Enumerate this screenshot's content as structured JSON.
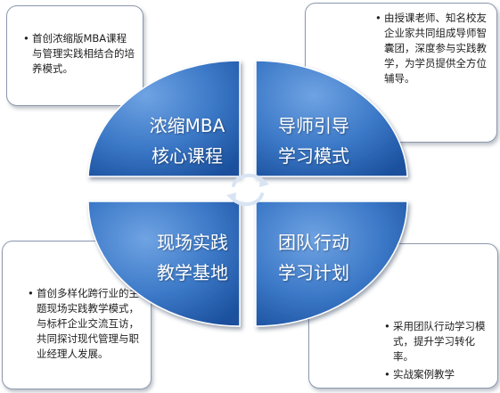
{
  "callouts": {
    "top_left": [
      "首创浓缩版MBA课程与管理实践相结合的培养模式。"
    ],
    "top_right": [
      "由授课老师、知名校友企业家共同组成导师智囊团，深度参与实践教学，为学员提供全方位辅导。"
    ],
    "bottom_left": [
      "首创多样化跨行业的主题现场实践教学模式，与标杆企业交流互访，共同探讨现代管理与职业经理人发展。"
    ],
    "bottom_right": [
      "采用团队行动学习模式，提升学习转化率。",
      "实战案例教学"
    ]
  },
  "quadrants": {
    "top_left": {
      "line1": "浓缩MBA",
      "line2": "核心课程"
    },
    "top_right": {
      "line1": "导师引导",
      "line2": "学习模式"
    },
    "bottom_left": {
      "line1": "现场实践",
      "line2": "教学基地"
    },
    "bottom_right": {
      "line1": "团队行动",
      "line2": "学习计划"
    }
  },
  "colors": {
    "wheel_light": "#5d93d6",
    "wheel_dark": "#1c55a3",
    "arrow": "#ffffff"
  },
  "icons": {
    "center": "cycle-arrows-icon"
  }
}
